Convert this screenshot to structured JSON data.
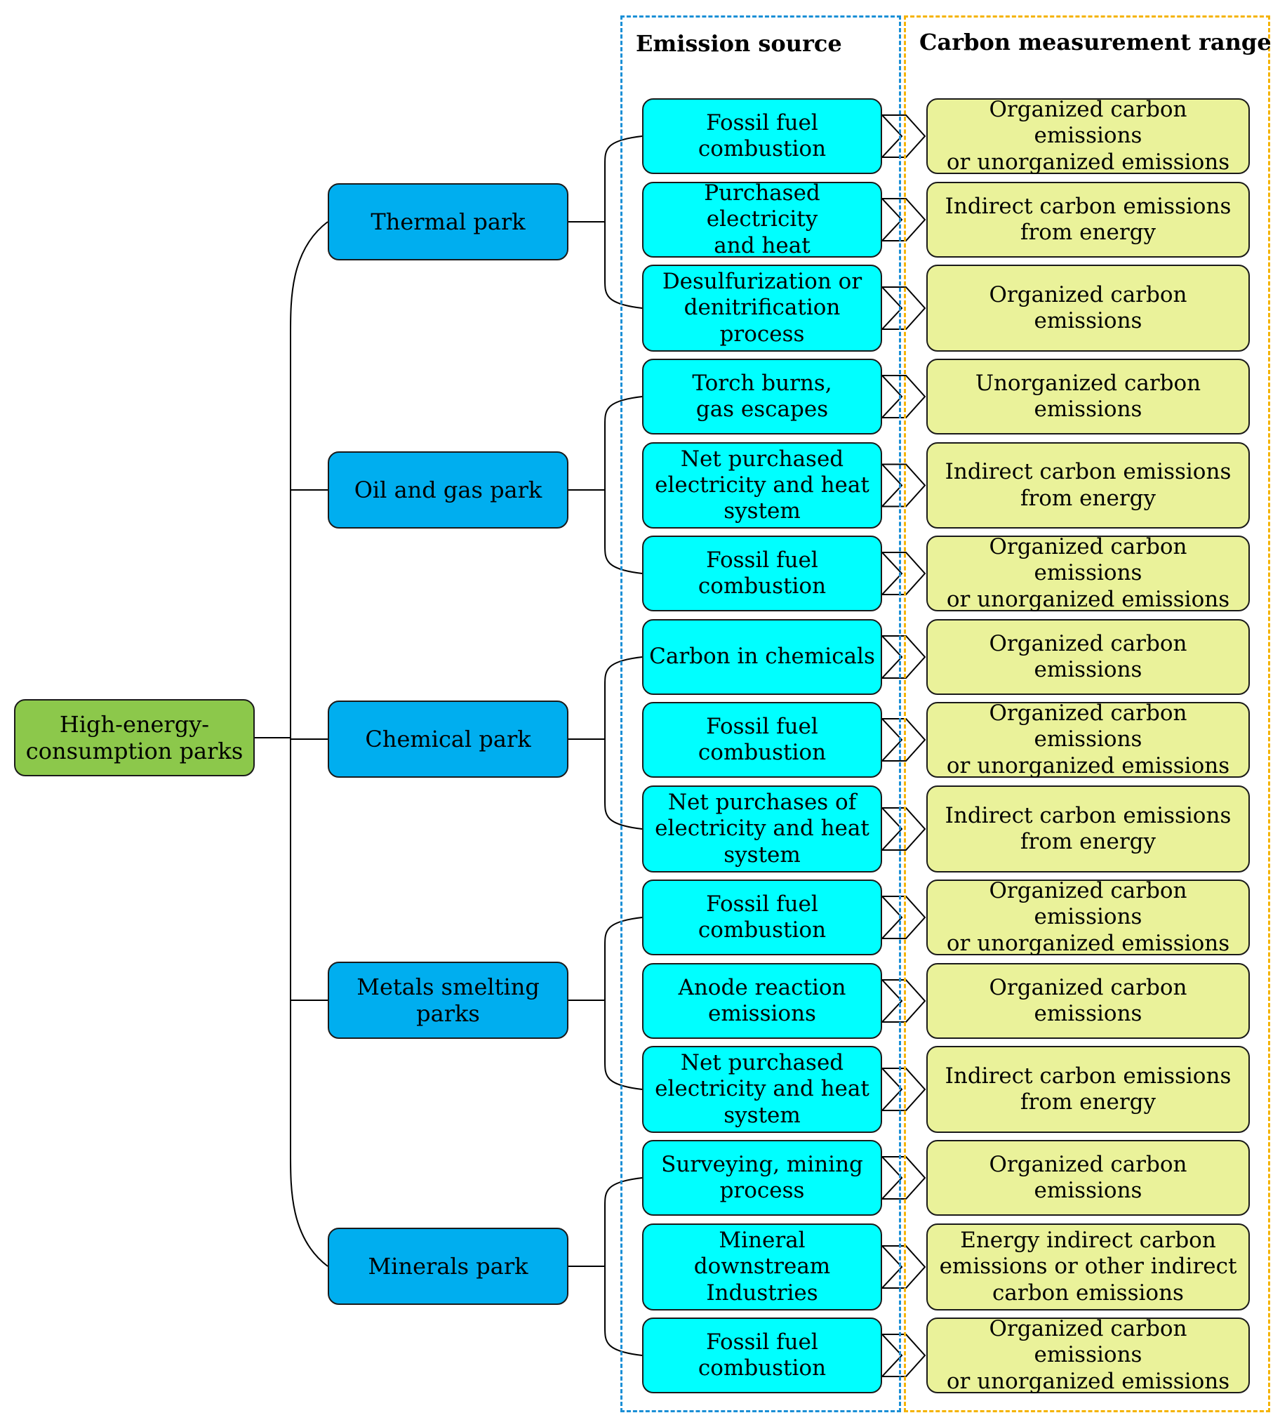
{
  "headers": {
    "emission_source": "Emission source",
    "measurement_range": "Carbon measurement range"
  },
  "root": "High-energy-\nconsumption parks",
  "colors": {
    "root": "#8cc84b",
    "park": "#00aeef",
    "source": "#00ffff",
    "range": "#eaf29a",
    "frame_blue": "#1a8fd6",
    "frame_orange": "#f5b300"
  },
  "parks": [
    {
      "name": "Thermal park",
      "items": [
        {
          "source": "Fossil fuel\ncombustion",
          "range": "Organized carbon emissions\nor unorganized emissions"
        },
        {
          "source": "Purchased electricity\nand heat",
          "range": "Indirect carbon emissions\nfrom energy"
        },
        {
          "source": "Desulfurization or\ndenitrification\nprocess",
          "range": "Organized carbon emissions"
        }
      ]
    },
    {
      "name": "Oil and gas park",
      "items": [
        {
          "source": "Torch burns,\ngas escapes",
          "range": "Unorganized carbon\nemissions"
        },
        {
          "source": "Net purchased\nelectricity and heat\nsystem",
          "range": "Indirect carbon emissions\nfrom energy"
        },
        {
          "source": "Fossil fuel\ncombustion",
          "range": "Organized carbon emissions\nor unorganized emissions"
        }
      ]
    },
    {
      "name": "Chemical park",
      "items": [
        {
          "source": "Carbon in chemicals",
          "range": "Organized carbon emissions"
        },
        {
          "source": "Fossil fuel\ncombustion",
          "range": "Organized carbon emissions\nor unorganized emissions"
        },
        {
          "source": "Net purchases of\nelectricity and heat\nsystem",
          "range": "Indirect carbon emissions\nfrom energy"
        }
      ]
    },
    {
      "name": "Metals smelting\nparks",
      "items": [
        {
          "source": "Fossil fuel\ncombustion",
          "range": "Organized carbon emissions\nor unorganized emissions"
        },
        {
          "source": "Anode reaction\nemissions",
          "range": "Organized carbon emissions"
        },
        {
          "source": "Net purchased\nelectricity and heat\nsystem",
          "range": "Indirect carbon emissions\nfrom energy"
        }
      ]
    },
    {
      "name": "Minerals park",
      "items": [
        {
          "source": "Surveying, mining\nprocess",
          "range": "Organized carbon emissions"
        },
        {
          "source": "Mineral downstream\nIndustries",
          "range": "Energy indirect carbon\nemissions or other indirect\ncarbon emissions"
        },
        {
          "source": "Fossil fuel\ncombustion",
          "range": "Organized carbon emissions\nor unorganized emissions"
        }
      ]
    }
  ]
}
